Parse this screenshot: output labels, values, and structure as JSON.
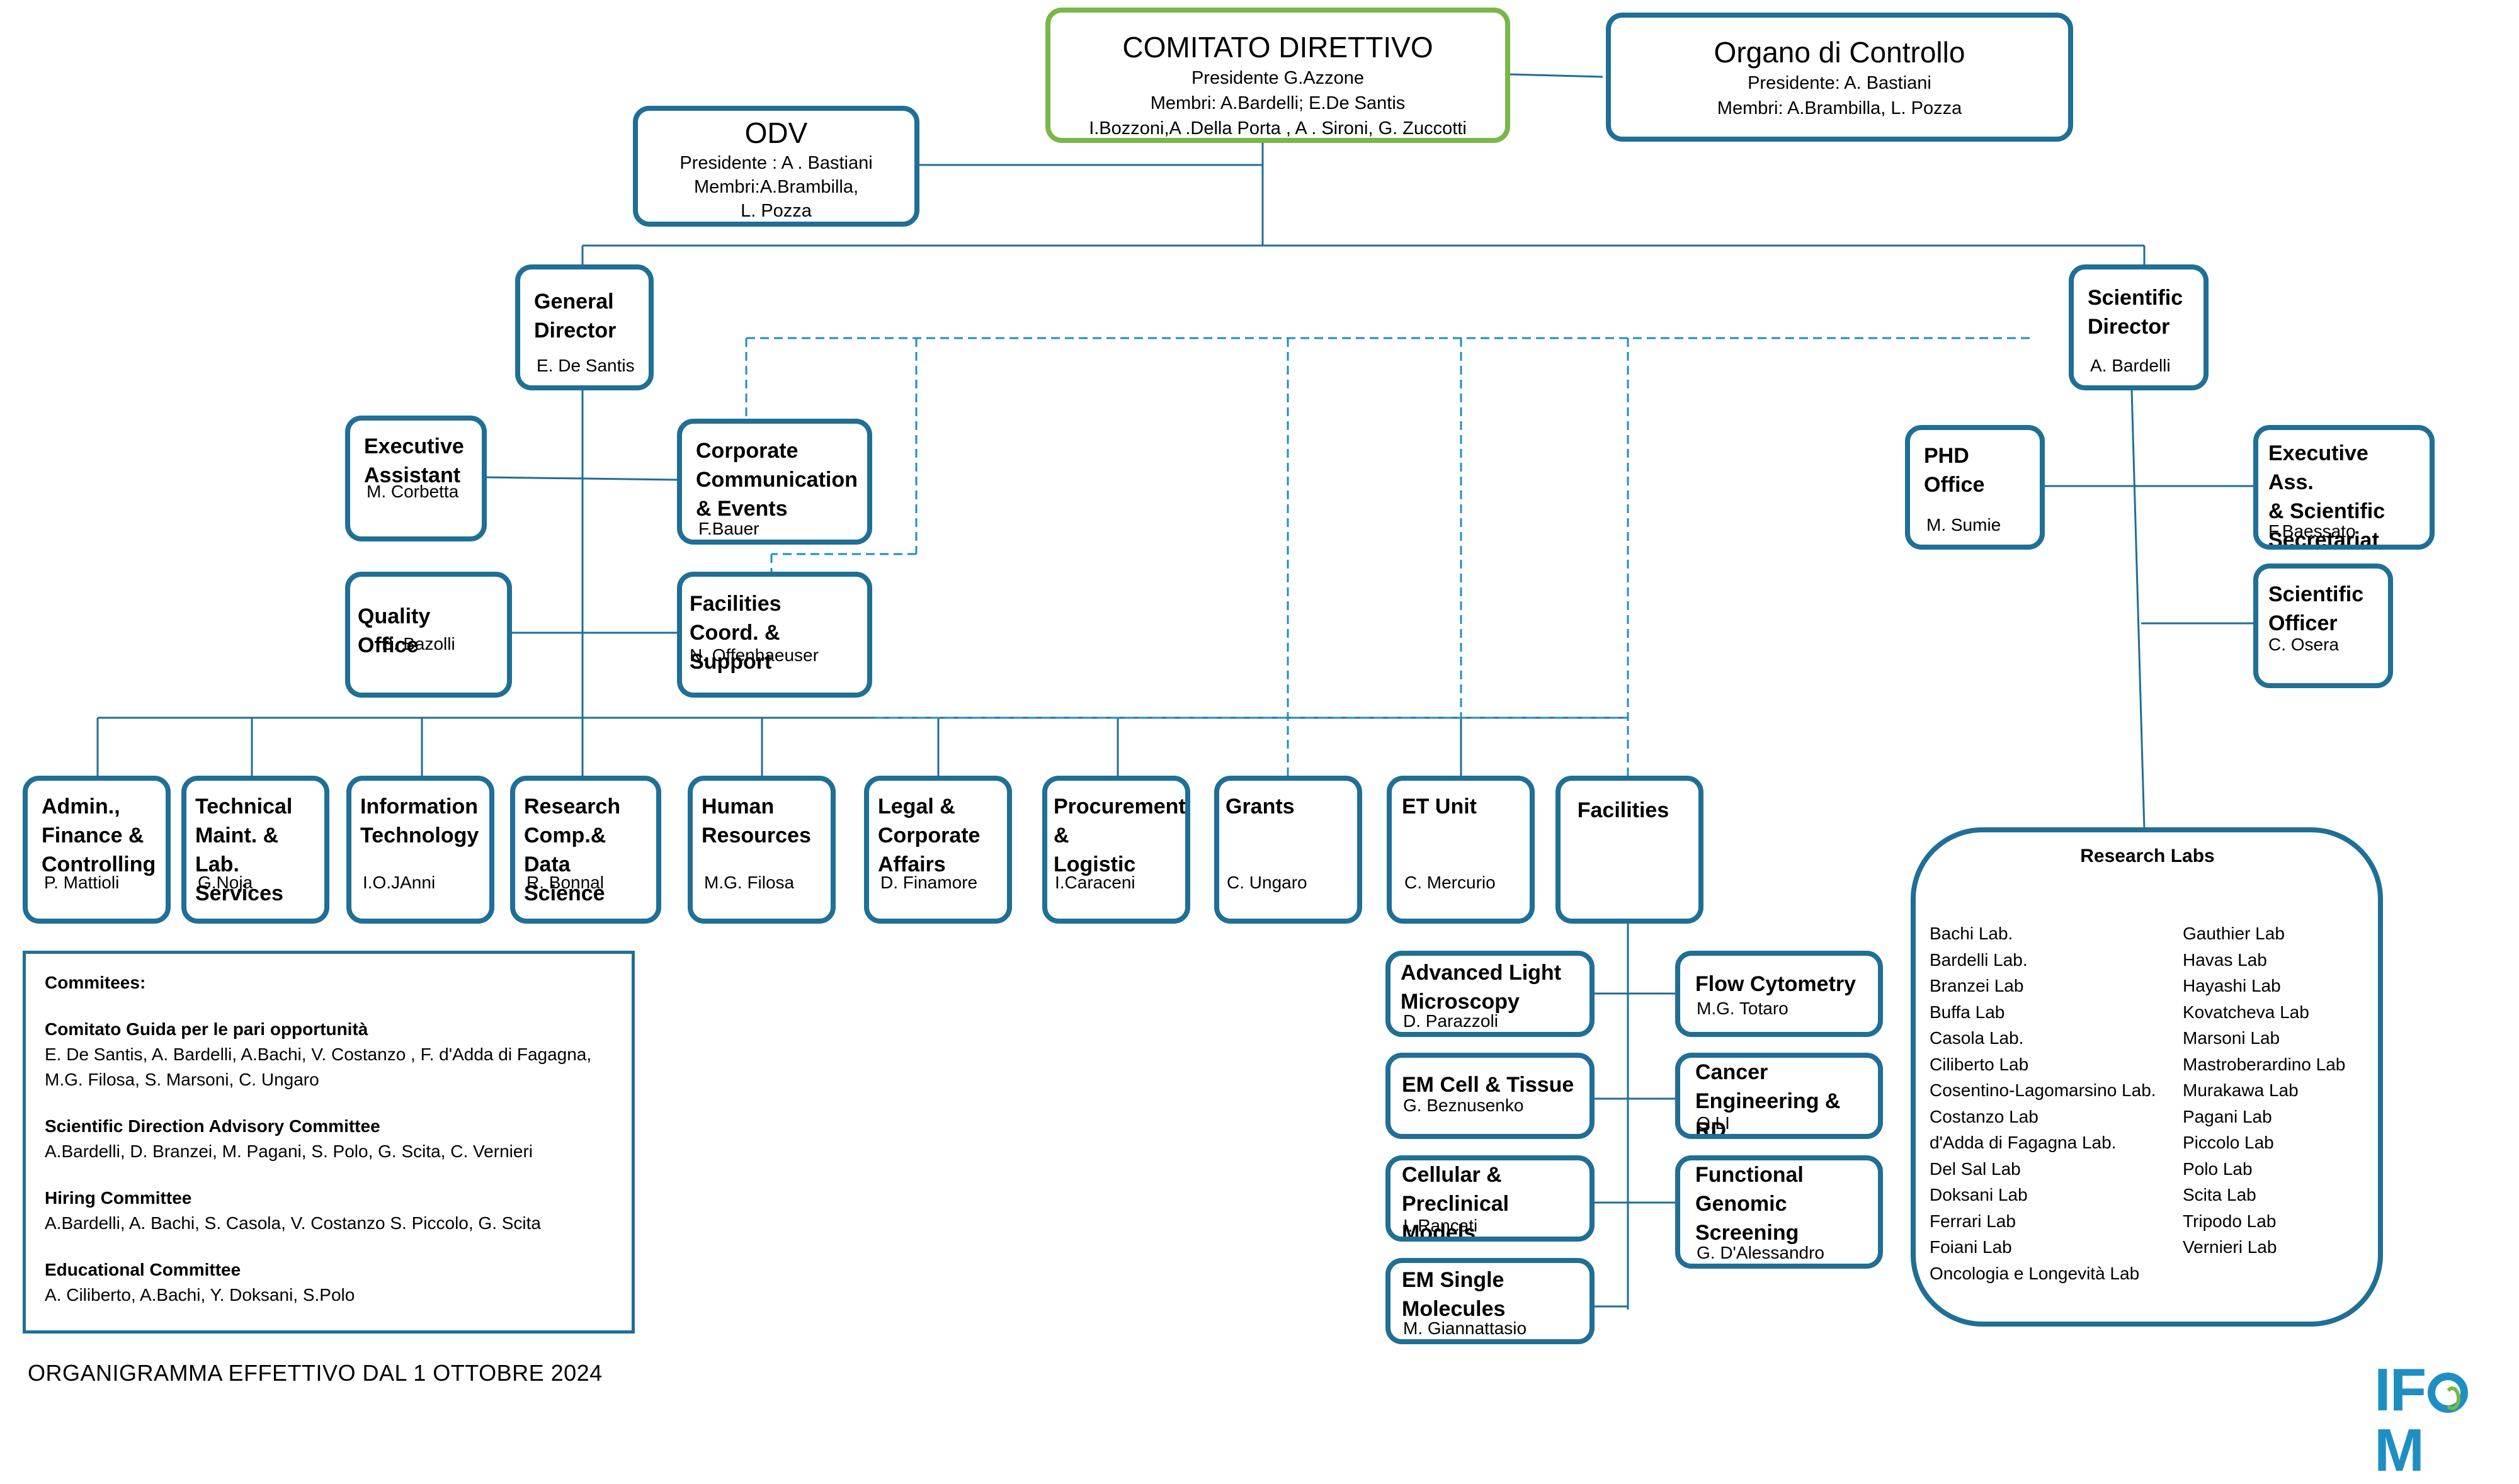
{
  "top": {
    "comitato": {
      "title": "COMITATO DIRETTIVO",
      "lines": "Presidente G.Azzone\nMembri: A.Bardelli; E.De Santis\nI.Bozzoni,A .Della Porta , A . Sironi, G. Zuccotti"
    },
    "controllo": {
      "title": "Organo di Controllo",
      "lines": "Presidente: A. Bastiani\nMembri: A.Brambilla, L. Pozza"
    },
    "odv": {
      "title": "ODV",
      "lines": "Presidente : A . Bastiani\nMembri:A.Brambilla,\nL. Pozza"
    }
  },
  "directors": {
    "general": {
      "title": "General\nDirector",
      "name": "E. De Santis"
    },
    "scientific": {
      "title": "Scientific\nDirector",
      "name": "A. Bardelli"
    }
  },
  "staff": {
    "exec_assistant": {
      "title": "Executive\nAssistant",
      "name": "M. Corbetta"
    },
    "corp_comm": {
      "title": "Corporate\nCommunication\n& Events",
      "name": "F.Bauer"
    },
    "quality": {
      "title": "Quality Office",
      "name": "B. Bazolli"
    },
    "facilities_coord": {
      "title": "Facilities\nCoord. & Support",
      "name": "N. Offenhaeuser"
    },
    "phd": {
      "title": "PHD\nOffice",
      "name": "M. Sumie"
    },
    "exec_sci": {
      "title": "Executive Ass.\n& Scientific\nSecretariat",
      "name": "F.Baessato"
    },
    "sci_officer": {
      "title": "Scientific\nOfficer",
      "name": "C. Osera"
    }
  },
  "departments": [
    {
      "title": "Admin.,\n Finance &\nControlling",
      "name": "P. Mattioli"
    },
    {
      "title": "Technical\nMaint. &\nLab. Services",
      "name": "G.Noja"
    },
    {
      "title": "Information\nTechnology",
      "name": "I.O.JAnni"
    },
    {
      "title": "Research\n Comp.&\nData Science",
      "name": "R. Bonnal"
    },
    {
      "title": "Human\nResources",
      "name": "M.G. Filosa"
    },
    {
      "title": "Legal &\nCorporate\nAffairs",
      "name": "D. Finamore"
    },
    {
      "title": "Procurement\n&\nLogistic",
      "name": "I.Caraceni"
    },
    {
      "title": "Grants",
      "name": "C. Ungaro"
    },
    {
      "title": "ET Unit",
      "name": "C. Mercurio"
    },
    {
      "title": "Facilities",
      "name": ""
    }
  ],
  "facilities": [
    {
      "title": "Advanced Light\nMicroscopy",
      "name": "D. Parazzoli"
    },
    {
      "title": "Flow Cytometry",
      "name": "M.G. Totaro"
    },
    {
      "title": "EM Cell & Tissue",
      "name": "G. Beznusenko"
    },
    {
      "title": "Cancer\nEngineering & RD",
      "name": "Q.LI"
    },
    {
      "title": "Cellular &\nPreclinical Models",
      "name": "I. Rancati"
    },
    {
      "title": "Functional\nGenomic\nScreening",
      "name": "G. D'Alessandro"
    },
    {
      "title": "EM Single\nMolecules",
      "name": "M. Giannattasio"
    }
  ],
  "committees": {
    "title": "Commitees:",
    "items": [
      {
        "name": "Comitato Guida per le pari opportunità",
        "members": "E. De Santis, A. Bardelli, A.Bachi, V. Costanzo , F. d'Adda di Fagagna, M.G. Filosa, S. Marsoni, C. Ungaro"
      },
      {
        "name": "Scientific Direction  Advisory Committee",
        "members": "A.Bardelli, D. Branzei, M. Pagani, S. Polo, G. Scita, C. Vernieri"
      },
      {
        "name": "Hiring Committee",
        "members": "A.Bardelli, A. Bachi, S. Casola, V. Costanzo  S. Piccolo, G. Scita"
      },
      {
        "name": "Educational Committee",
        "members": "A. Ciliberto, A.Bachi, Y. Doksani, S.Polo"
      }
    ]
  },
  "research_labs": {
    "title": "Research Labs",
    "col1": [
      "Bachi Lab.",
      "Bardelli Lab.",
      "Branzei Lab",
      "Buffa Lab",
      "Casola Lab.",
      "Ciliberto Lab",
      "Cosentino-Lagomarsino Lab.",
      "Costanzo Lab",
      "d'Adda di Fagagna Lab.",
      "Del Sal Lab",
      "Doksani Lab",
      "Ferrari Lab",
      "Foiani Lab",
      "Oncologia  e Longevità  Lab"
    ],
    "col2": [
      "Gauthier Lab",
      "Havas Lab",
      "Hayashi Lab",
      "Kovatcheva Lab",
      "Marsoni Lab",
      "Mastroberardino Lab",
      "Murakawa Lab",
      "Pagani Lab",
      "Piccolo Lab",
      "Polo Lab",
      "Scita Lab",
      "Tripodo Lab",
      "Vernieri Lab"
    ]
  },
  "footer": "ORGANIGRAMMA EFFETTIVO DAL 1 OTTOBRE 2024",
  "logo": {
    "left": "IF",
    "right": "M"
  }
}
